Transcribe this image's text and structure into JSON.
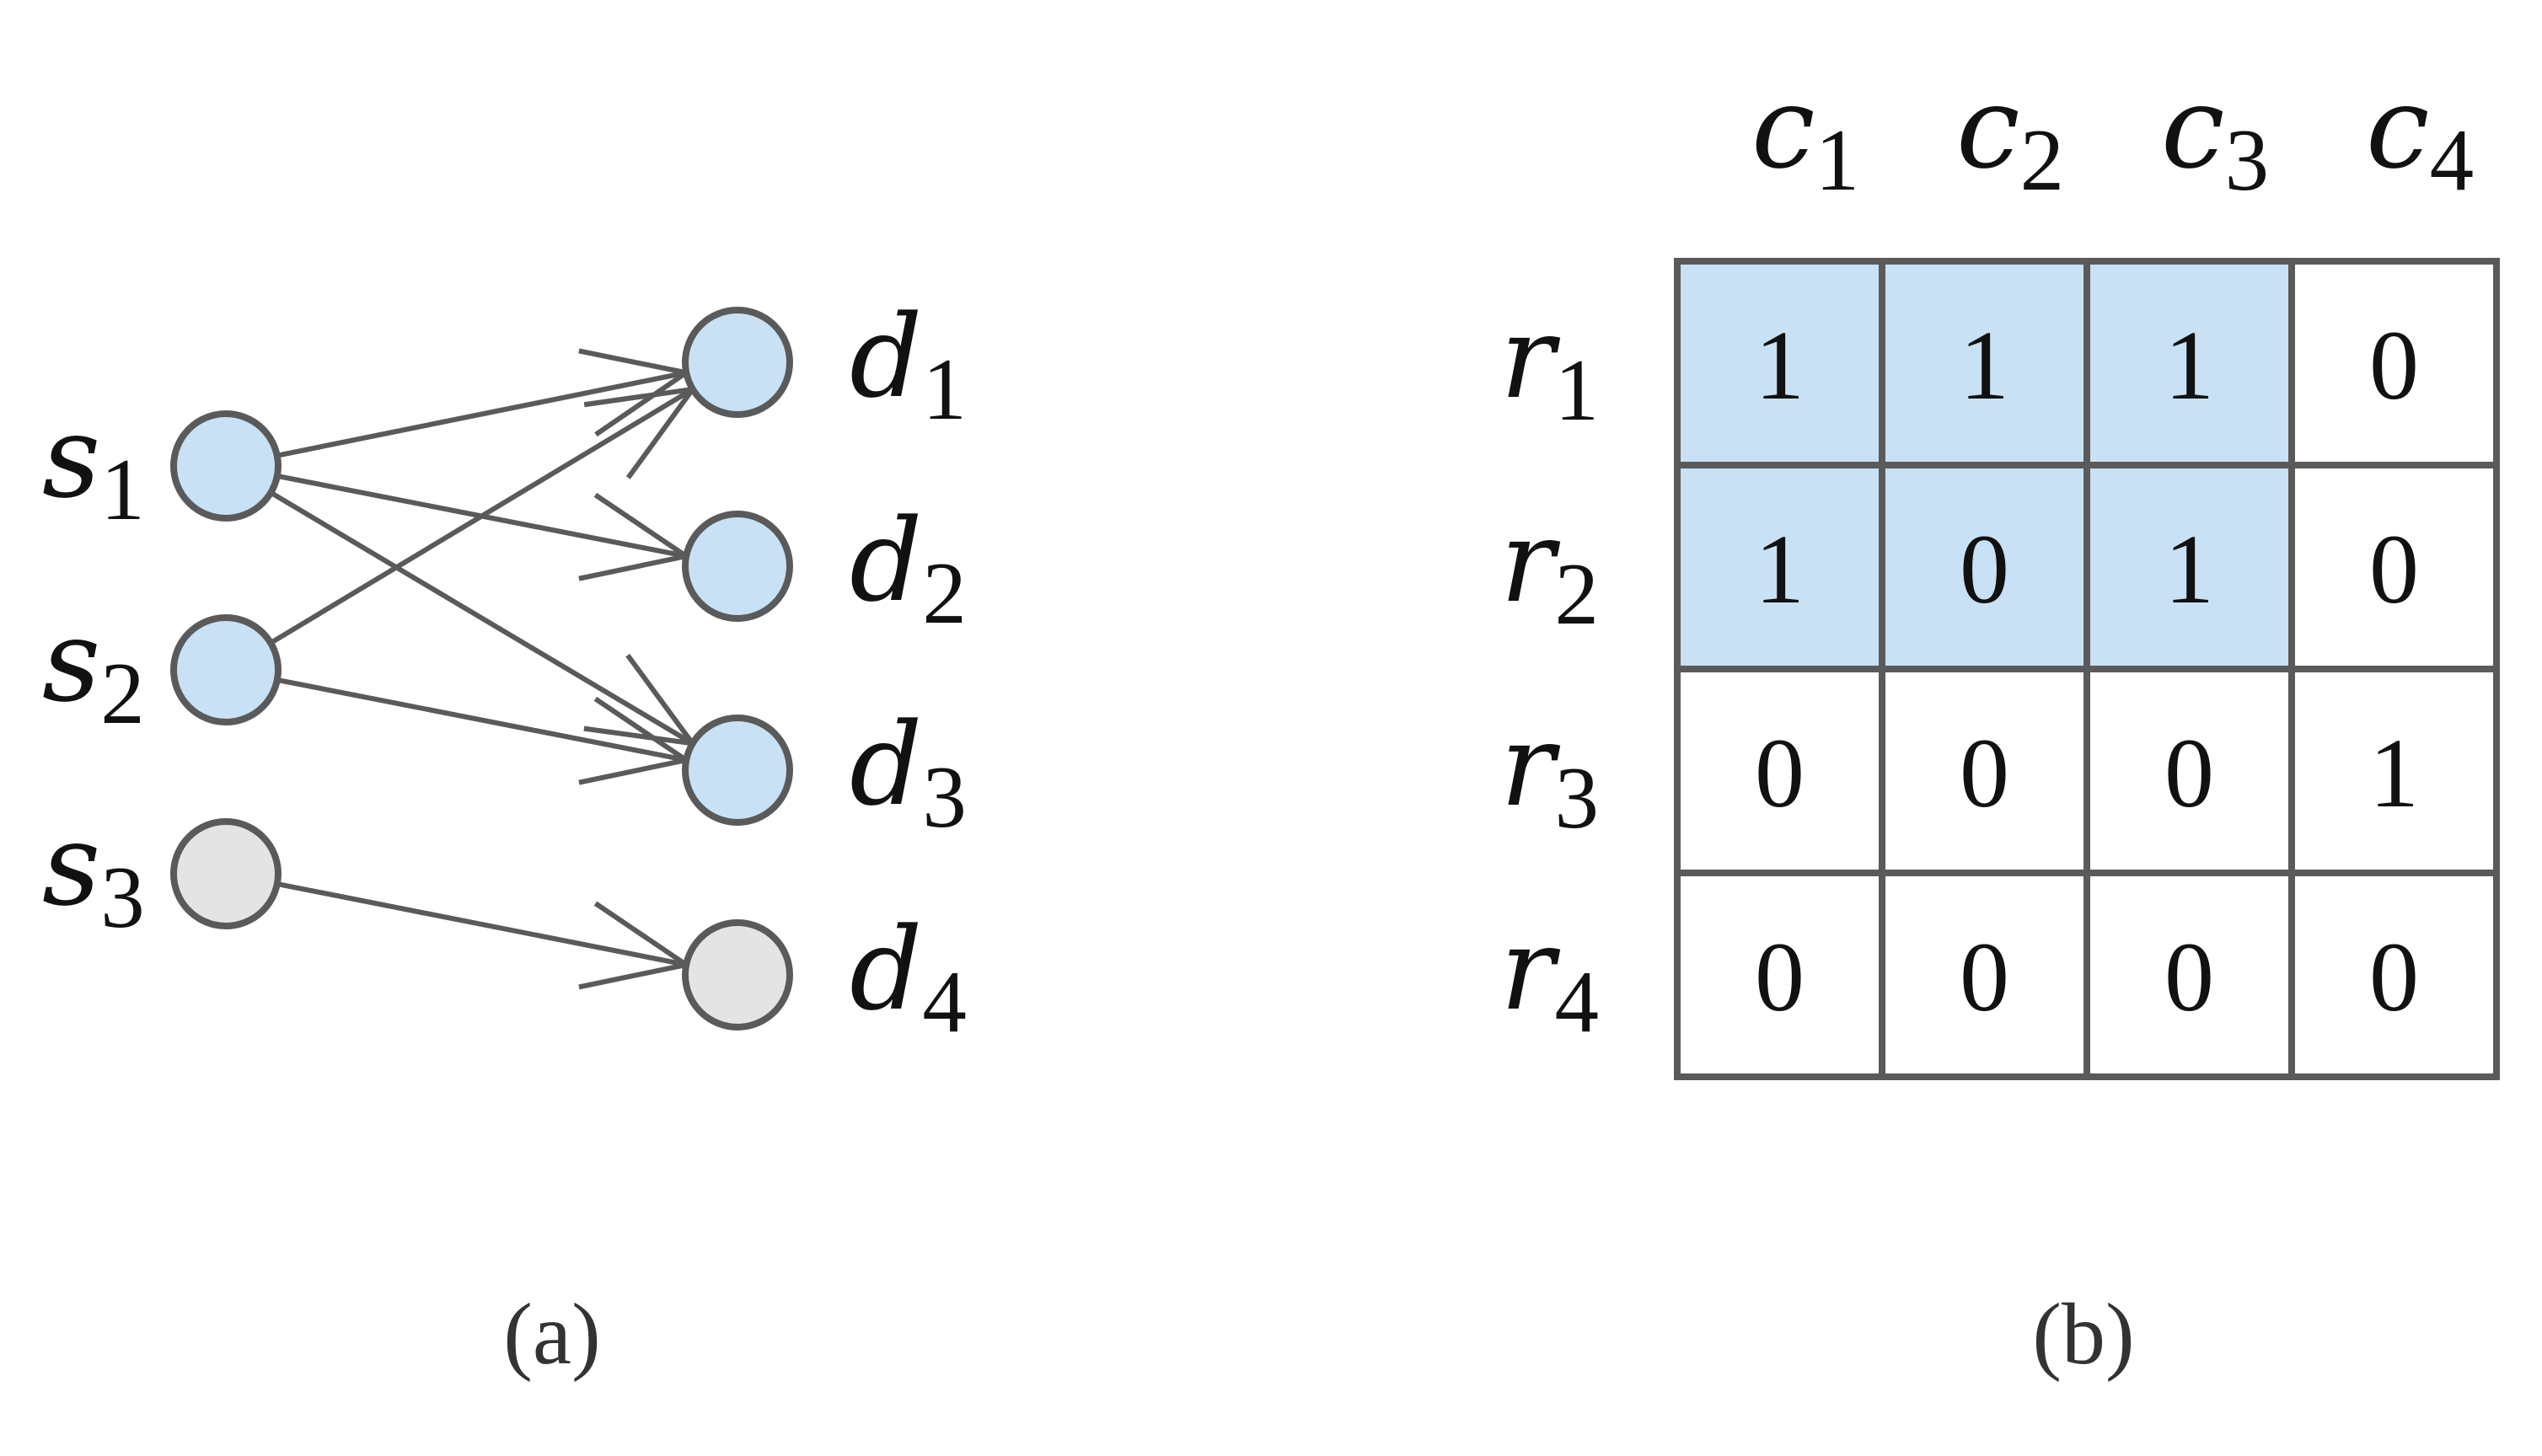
{
  "graph": {
    "sources": [
      {
        "letter": "s",
        "index": "1",
        "active": true
      },
      {
        "letter": "s",
        "index": "2",
        "active": true
      },
      {
        "letter": "s",
        "index": "3",
        "active": false
      }
    ],
    "destinations": [
      {
        "letter": "d",
        "index": "1",
        "active": true
      },
      {
        "letter": "d",
        "index": "2",
        "active": true
      },
      {
        "letter": "d",
        "index": "3",
        "active": true
      },
      {
        "letter": "d",
        "index": "4",
        "active": false
      }
    ],
    "edges": [
      {
        "from": 0,
        "to": 0
      },
      {
        "from": 0,
        "to": 1
      },
      {
        "from": 0,
        "to": 2
      },
      {
        "from": 1,
        "to": 0
      },
      {
        "from": 1,
        "to": 2
      },
      {
        "from": 2,
        "to": 3
      }
    ],
    "caption": "(a)"
  },
  "matrix": {
    "columns": [
      {
        "letter": "c",
        "index": "1"
      },
      {
        "letter": "c",
        "index": "2"
      },
      {
        "letter": "c",
        "index": "3"
      },
      {
        "letter": "c",
        "index": "4"
      }
    ],
    "rows": [
      {
        "letter": "r",
        "index": "1"
      },
      {
        "letter": "r",
        "index": "2"
      },
      {
        "letter": "r",
        "index": "3"
      },
      {
        "letter": "r",
        "index": "4"
      }
    ],
    "values": [
      [
        "1",
        "1",
        "1",
        "0"
      ],
      [
        "1",
        "0",
        "1",
        "0"
      ],
      [
        "0",
        "0",
        "0",
        "1"
      ],
      [
        "0",
        "0",
        "0",
        "0"
      ]
    ],
    "highlighted": [
      [
        true,
        true,
        true,
        false
      ],
      [
        true,
        true,
        true,
        false
      ],
      [
        false,
        false,
        false,
        false
      ],
      [
        false,
        false,
        false,
        false
      ]
    ],
    "caption": "(b)"
  },
  "colors": {
    "active_fill": "#c8e1f4",
    "inactive_fill": "#e4e4e4",
    "stroke": "#5a5a5a",
    "cell_highlight": "#c8e1f4"
  }
}
